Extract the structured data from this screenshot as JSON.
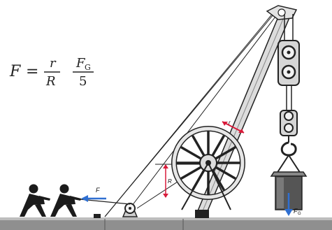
{
  "formula": {
    "lhs": "F",
    "equals": "=",
    "frac1_num": "r",
    "frac1_den": "R",
    "frac2_num": "F",
    "frac2_num_sub": "G",
    "frac2_den": "5"
  },
  "labels": {
    "force_pull": "F",
    "small_radius": "r",
    "large_radius": "R",
    "weight": "F",
    "weight_sub": "G"
  },
  "colors": {
    "crane": "#d9d9d9",
    "outline": "#222222",
    "force_arrow": "#2f6fd1",
    "radius_marker": "#d81b3a",
    "ground": "#9a9a9a"
  }
}
